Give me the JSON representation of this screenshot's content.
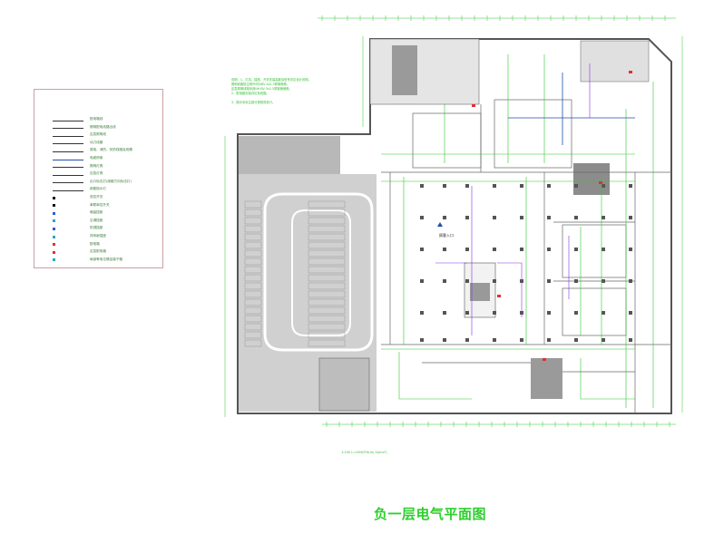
{
  "drawing": {
    "title": "负一层电气平面图",
    "scale_note": "1:100  L=LENGTH(m) S(mm²)",
    "entrance_label": "顾客入口"
  },
  "legend": {
    "items": [
      {
        "symbol": "line-dark",
        "label": "配电箱线"
      },
      {
        "symbol": "line-dark",
        "label": "照明配电线路出线"
      },
      {
        "symbol": "line-dark",
        "label": "应急照明线"
      },
      {
        "symbol": "line-dark",
        "label": "动力线路"
      },
      {
        "symbol": "line-dark",
        "label": "弱电、消防、安防线路及线槽"
      },
      {
        "symbol": "line-blue",
        "label": "电缆桥架"
      },
      {
        "symbol": "line-dark",
        "label": "照明灯具"
      },
      {
        "symbol": "line-dark",
        "label": "应急灯具"
      },
      {
        "symbol": "line-dark",
        "label": "出口标志灯(疏散方向标志灯)"
      },
      {
        "symbol": "line-dark",
        "label": "疏散指示灯"
      },
      {
        "symbol": "dot-black",
        "label": "双控开关"
      },
      {
        "symbol": "dot-black",
        "label": "单联单控开关"
      },
      {
        "symbol": "dot-blue",
        "label": "暗装插座"
      },
      {
        "symbol": "dot-cyan",
        "label": "空调插座"
      },
      {
        "symbol": "dot-blue",
        "label": "防溅插座"
      },
      {
        "symbol": "dot-cyan",
        "label": "排风扇插座"
      },
      {
        "symbol": "dot-red",
        "label": "配电箱"
      },
      {
        "symbol": "dot-red",
        "label": "应急配电箱"
      },
      {
        "symbol": "dot-cyan",
        "label": "局部等电位联结端子箱"
      }
    ]
  },
  "notes": {
    "lines": [
      "说明：1、灯具、插座、开关安装高度及型号详见设计说明。",
      "     照明线路除注明外均为BV-3x2.5穿管暗敷。",
      "     应急照明线路采用NH-BV-3x2.5穿钢管暗敷。",
      "     2、配电箱安装详见系统图。",
      "",
      "     3、图中未标注部分按规范执行。"
    ]
  },
  "colors": {
    "wall": "#555555",
    "parking_fill": "#cfcfcf",
    "wiring": "#2ec82e",
    "fixture": "#8a2be2",
    "cable_tray": "#1f4ea8",
    "accent_red": "#e03030",
    "title": "#2ccf2c"
  }
}
